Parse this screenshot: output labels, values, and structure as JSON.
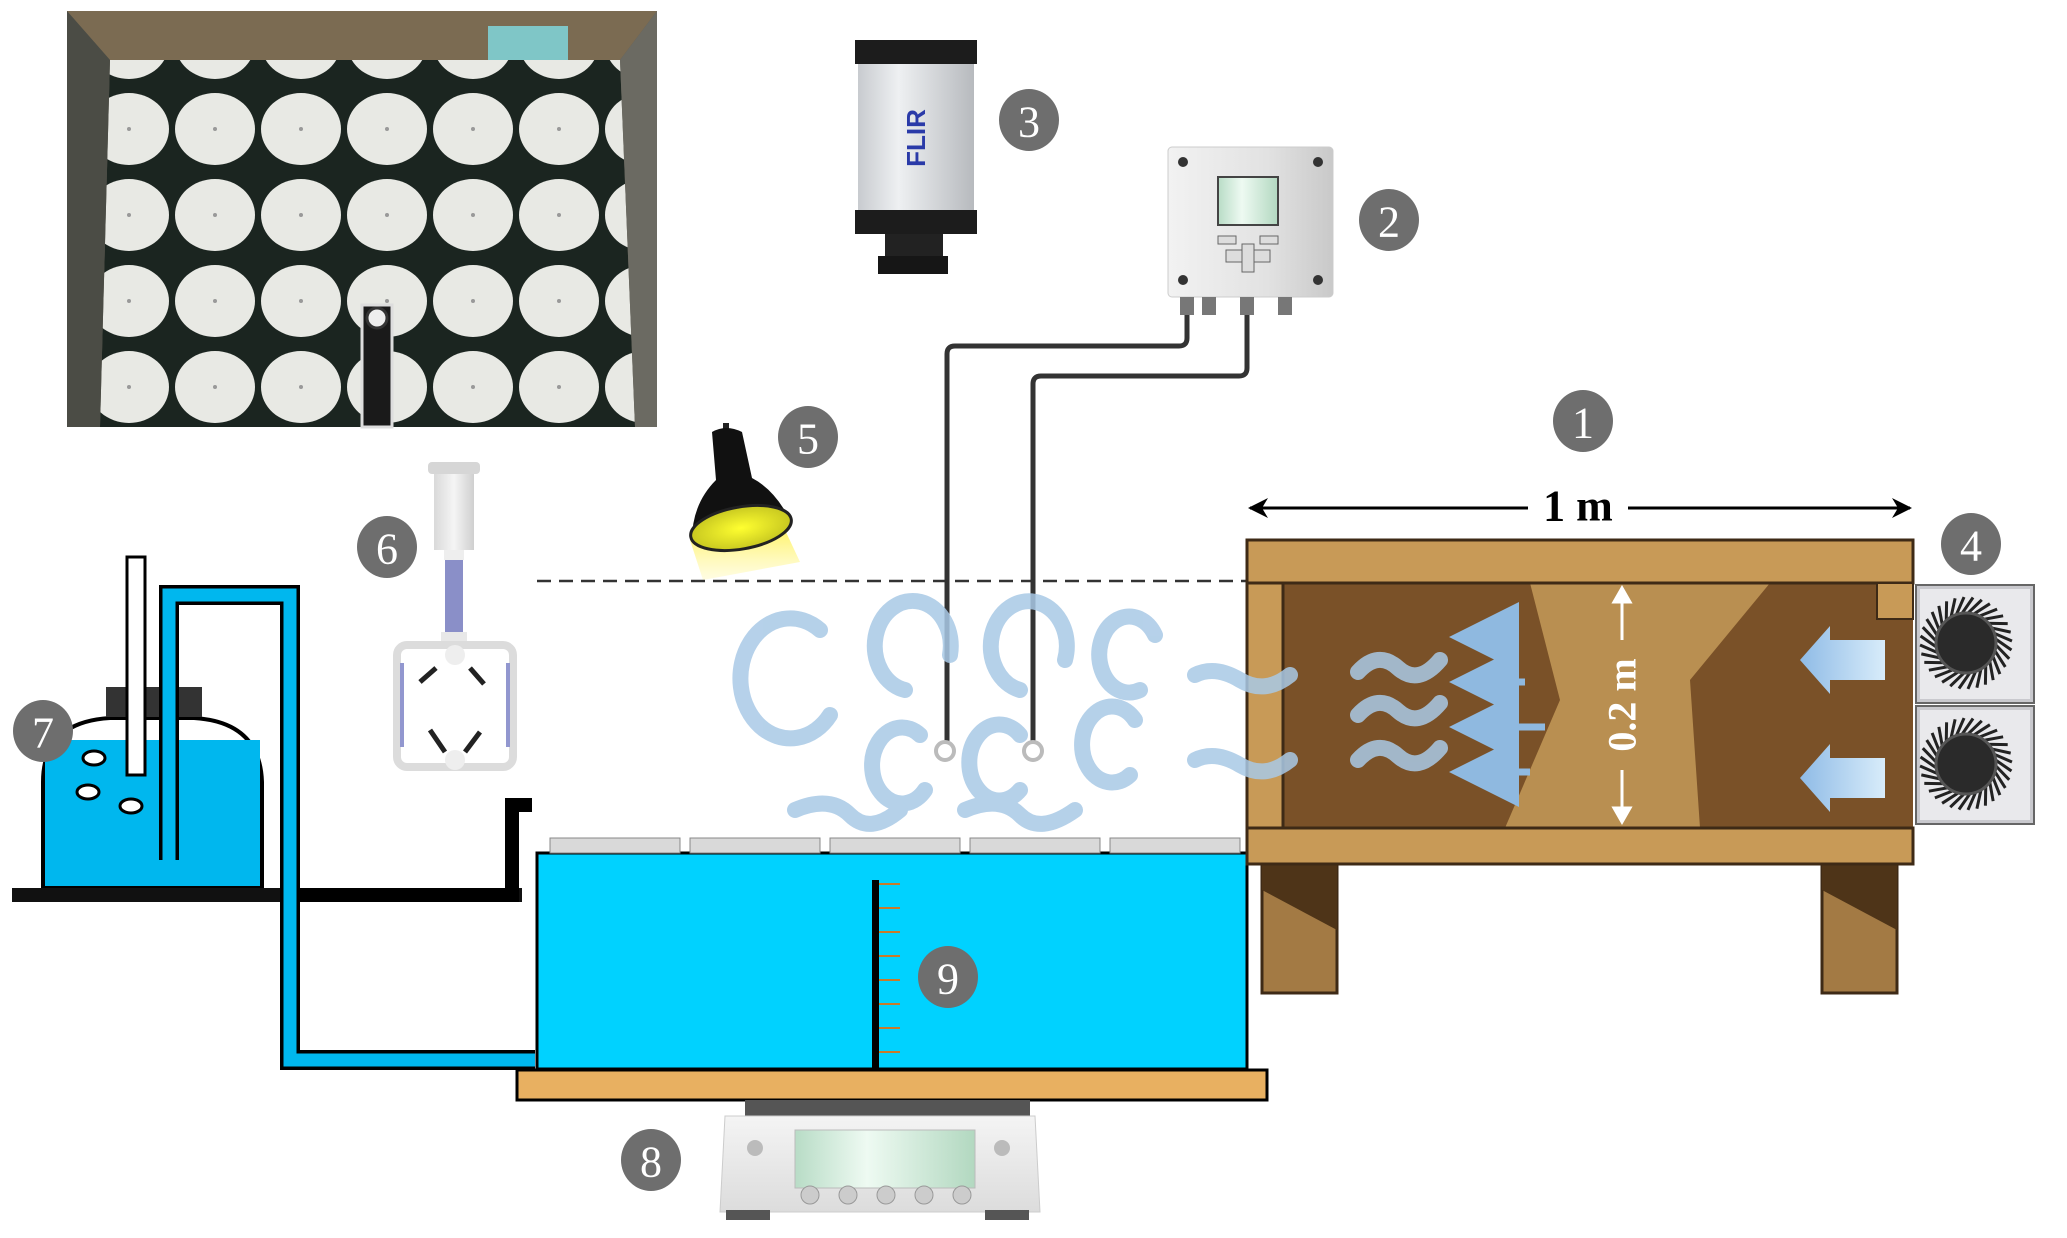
{
  "figure": {
    "photo_inset": {
      "description_label": "photo-of-evaporation-pans"
    },
    "camera": {
      "brand": "FLIR"
    },
    "dimensions": {
      "length": "1 m",
      "height": "0.2 m"
    },
    "labels": [
      "1",
      "2",
      "3",
      "4",
      "5",
      "6",
      "7",
      "8",
      "9"
    ],
    "colors": {
      "label_circle": "#6e6e6e",
      "water": "#00d2ff",
      "jar_water": "#00b7ee",
      "wood_light": "#c89a57",
      "wood_dark": "#7a5128",
      "air_flow": "#9ec4e6"
    }
  }
}
